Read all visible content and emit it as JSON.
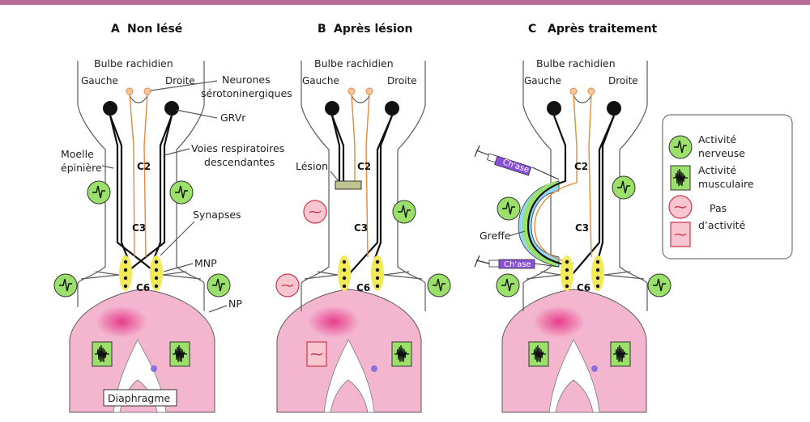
{
  "colors": {
    "top_bar": "#b86a9a",
    "neural_activity": "#9be06a",
    "muscle_activity": "#9be06a",
    "no_activity": "#f7c6d1",
    "no_activity_stroke": "#d0344a",
    "diaphragm": "#f4b6cf",
    "diaphragm_hot": "#e63c8a",
    "synapse_zone": "#f3ea5a",
    "serotonin_neuron": "#f6c69d",
    "orange_path": "#e58a3c",
    "graft_outer": "#8fd9ff",
    "graft_inner": "#9be06a",
    "chase_syringe": "#8a4fd8",
    "lesion": "#bfc38f"
  },
  "panels": [
    {
      "letter": "A",
      "title": "Non lésé"
    },
    {
      "letter": "B",
      "title": "Après lésion"
    },
    {
      "letter": "C",
      "title": "Après traitement"
    }
  ],
  "labels": {
    "bulbe": "Bulbe rachidien",
    "gauche": "Gauche",
    "droite": "Droite",
    "neurones_line1": "Neurones",
    "neurones_line2": "sérotoninergiques",
    "grvr": "GRVr",
    "moelle_line1": "Moelle",
    "moelle_line2": "épinière",
    "voies_line1": "Voies respiratoires",
    "voies_line2": "descendantes",
    "synapses": "Synapses",
    "mnp": "MNP",
    "np": "NP",
    "diaphragme": "Diaphragme",
    "lesion": "Lésion",
    "greffe": "Greffe",
    "chase": "Ch'ase",
    "c2": "C2",
    "c3": "C3",
    "c6": "C6"
  },
  "legend": [
    {
      "icon": "neural-activity-icon",
      "line1": "Activité",
      "line2": "nerveuse"
    },
    {
      "icon": "muscle-activity-icon",
      "line1": "Activité",
      "line2": "musculaire"
    },
    {
      "icon": "no-activity-circle-icon",
      "line1": "Pas",
      "line2": ""
    },
    {
      "icon": "no-activity-square-icon",
      "line1": "d’activité",
      "line2": ""
    }
  ]
}
